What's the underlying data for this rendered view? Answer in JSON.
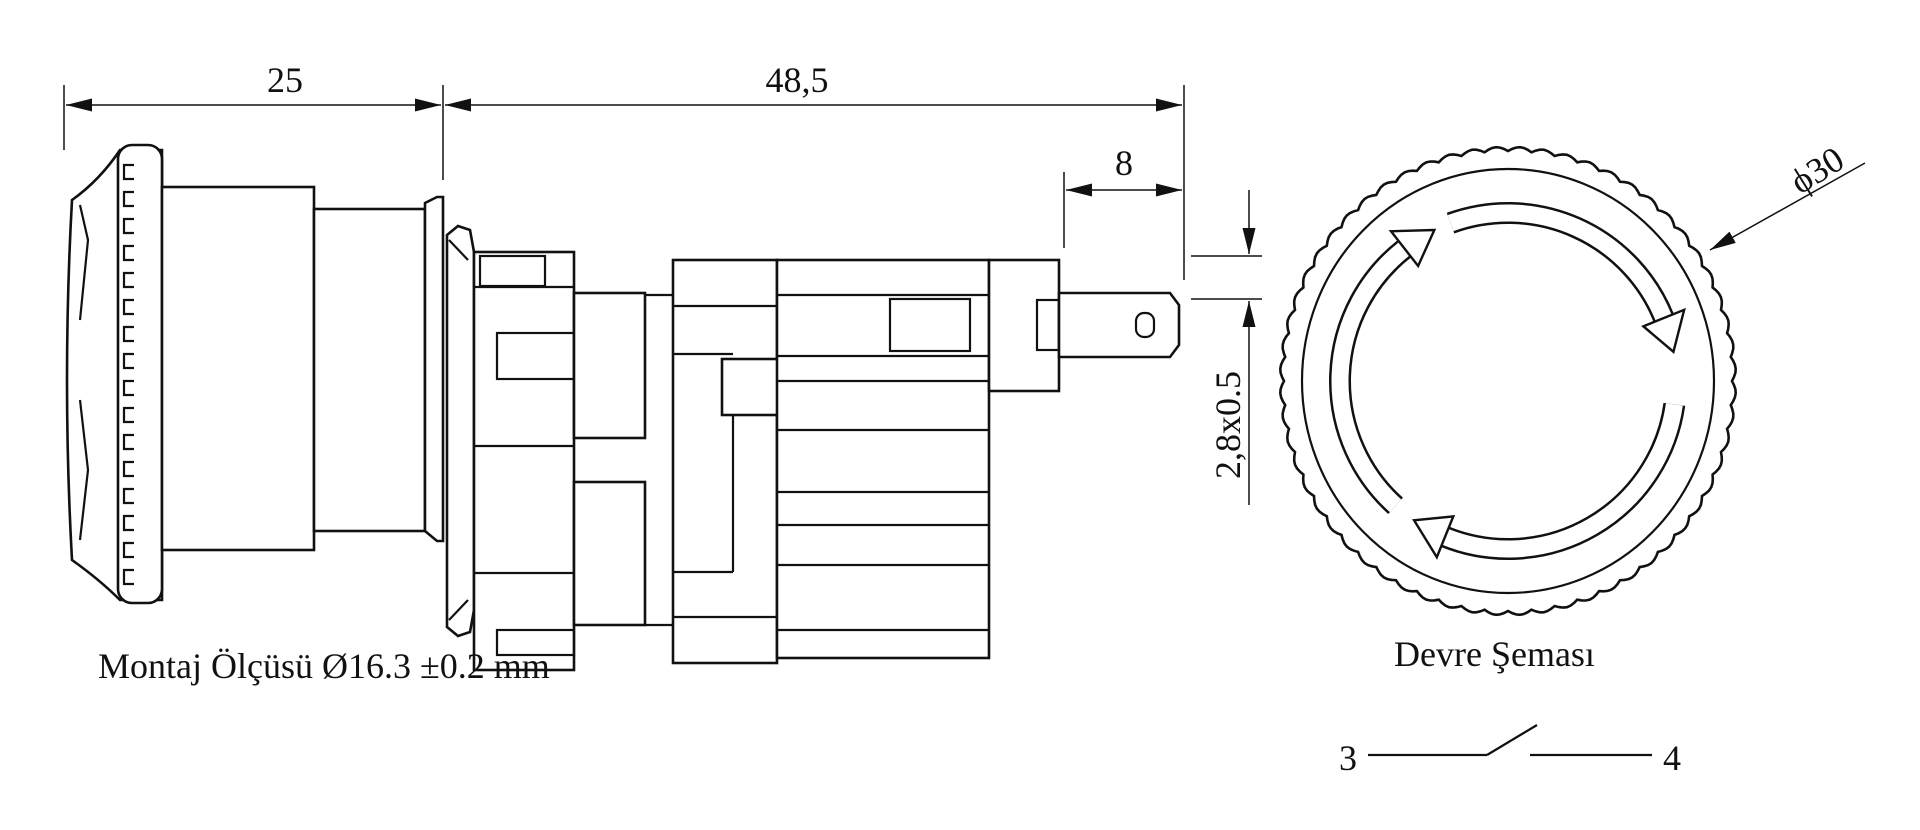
{
  "dimensions": {
    "front_length": "25",
    "rear_length": "48,5",
    "terminal_length": "8",
    "terminal_size": "2,8x0.5",
    "diameter": "ϕ30"
  },
  "captions": {
    "mounting": "Montaj Ölçüsü Ø16.3 ±0.2 mm",
    "circuit_title": "Devre Şeması"
  },
  "circuit": {
    "terminal_left": "3",
    "terminal_right": "4"
  },
  "colors": {
    "line": "#111111",
    "background": "#ffffff"
  }
}
